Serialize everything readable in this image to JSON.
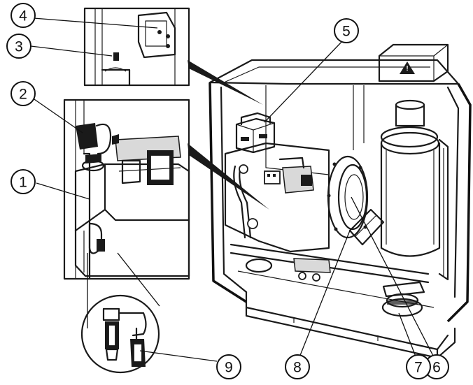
{
  "callouts": [
    {
      "id": "1",
      "label": "1"
    },
    {
      "id": "2",
      "label": "2"
    },
    {
      "id": "3",
      "label": "3"
    },
    {
      "id": "4",
      "label": "4"
    },
    {
      "id": "5",
      "label": "5"
    },
    {
      "id": "6",
      "label": "6"
    },
    {
      "id": "7",
      "label": "7"
    },
    {
      "id": "8",
      "label": "8"
    },
    {
      "id": "9",
      "label": "9"
    }
  ],
  "warning_symbol": "!",
  "icons": [
    "warning-triangle-icon"
  ]
}
